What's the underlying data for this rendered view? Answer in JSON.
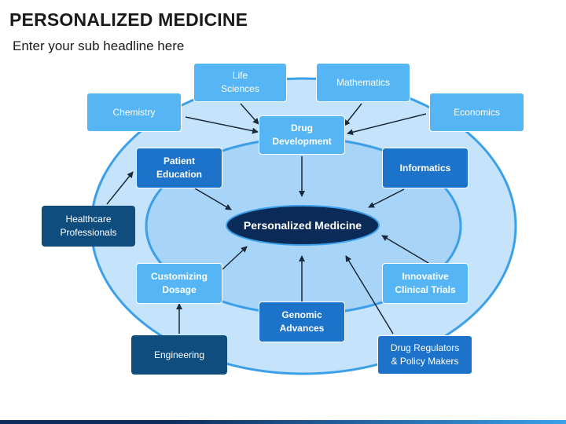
{
  "header": {
    "title": "PERSONALIZED MEDICINE",
    "subtitle": "Enter your sub headline here"
  },
  "colors": {
    "outer_ellipse": "#c5e3fb",
    "inner_ellipse": "#a8d4f8",
    "ring_stroke": "#3c9fea",
    "center_fill": "#0a2a57",
    "light_box": "#56b6f5",
    "mid_box": "#1d73c9",
    "dark_box": "#0f4d7f",
    "arrow": "#1a2a3a"
  },
  "center": {
    "label": "Personalized Medicine"
  },
  "nodes": {
    "life_sciences": "Life\nSciences",
    "mathematics": "Mathematics",
    "chemistry": "Chemistry",
    "economics": "Economics",
    "drug_development": "Drug\nDevelopment",
    "patient_education": "Patient\nEducation",
    "informatics": "Informatics",
    "healthcare_professionals": "Healthcare\nProfessionals",
    "customizing_dosage": "Customizing\nDosage",
    "innovative_clinical_trials": "Innovative\nClinical Trials",
    "genomic_advances": "Genomic\nAdvances",
    "engineering": "Engineering",
    "drug_regulators": "Drug Regulators\n& Policy Makers"
  }
}
